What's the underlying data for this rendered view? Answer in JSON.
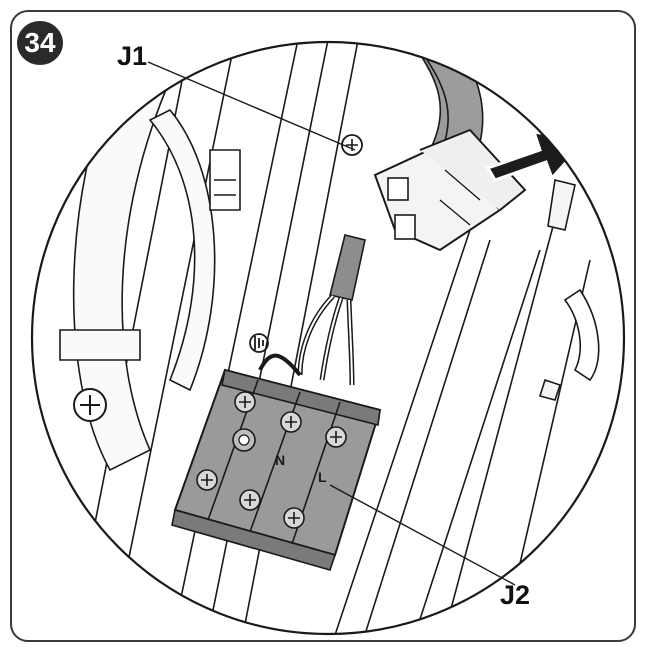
{
  "figure": {
    "step_number": "34",
    "callouts": {
      "j1": "J1",
      "j2": "J2"
    },
    "terminal_marks": {
      "neutral": "N",
      "live": "L"
    },
    "colors": {
      "line": "#1a1a1a",
      "component_fill": "#f4f4f4",
      "terminal_block": "#9a9a9a",
      "terminal_block_dark": "#7a7a7a",
      "cable_sheath": "#8d8d8d",
      "arrow": "#1c1c1c"
    },
    "icons": [
      "ground-symbol",
      "screw-icon",
      "direction-arrow"
    ]
  }
}
